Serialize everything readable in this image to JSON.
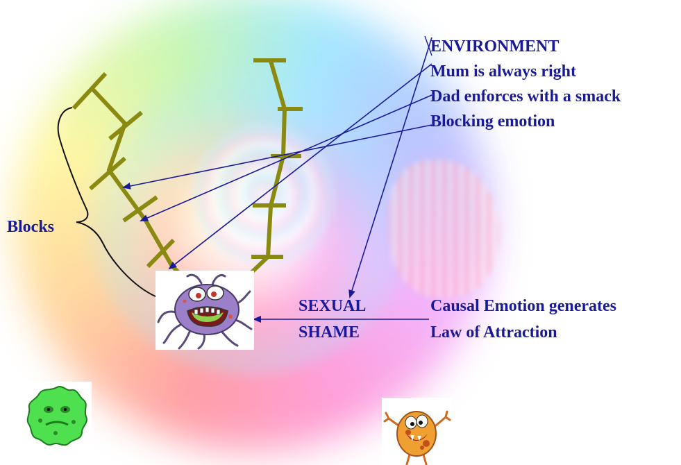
{
  "labels": {
    "environment": "ENVIRONMENT",
    "mum": "Mum is always right",
    "dad": "Dad enforces with a smack",
    "blocking": "Blocking emotion",
    "blocks": "Blocks",
    "sexual": "SEXUAL",
    "shame": "SHAME",
    "causal": "Causal Emotion generates",
    "law": "Law of Attraction"
  },
  "colors": {
    "text": "#1a1a99",
    "ladder": "#8a8a10",
    "arrow": "#1a1a99"
  },
  "icons": {
    "purple_monster": "purple-germ-monster",
    "green_germ": "green-germ",
    "orange_germ": "orange-germ"
  }
}
